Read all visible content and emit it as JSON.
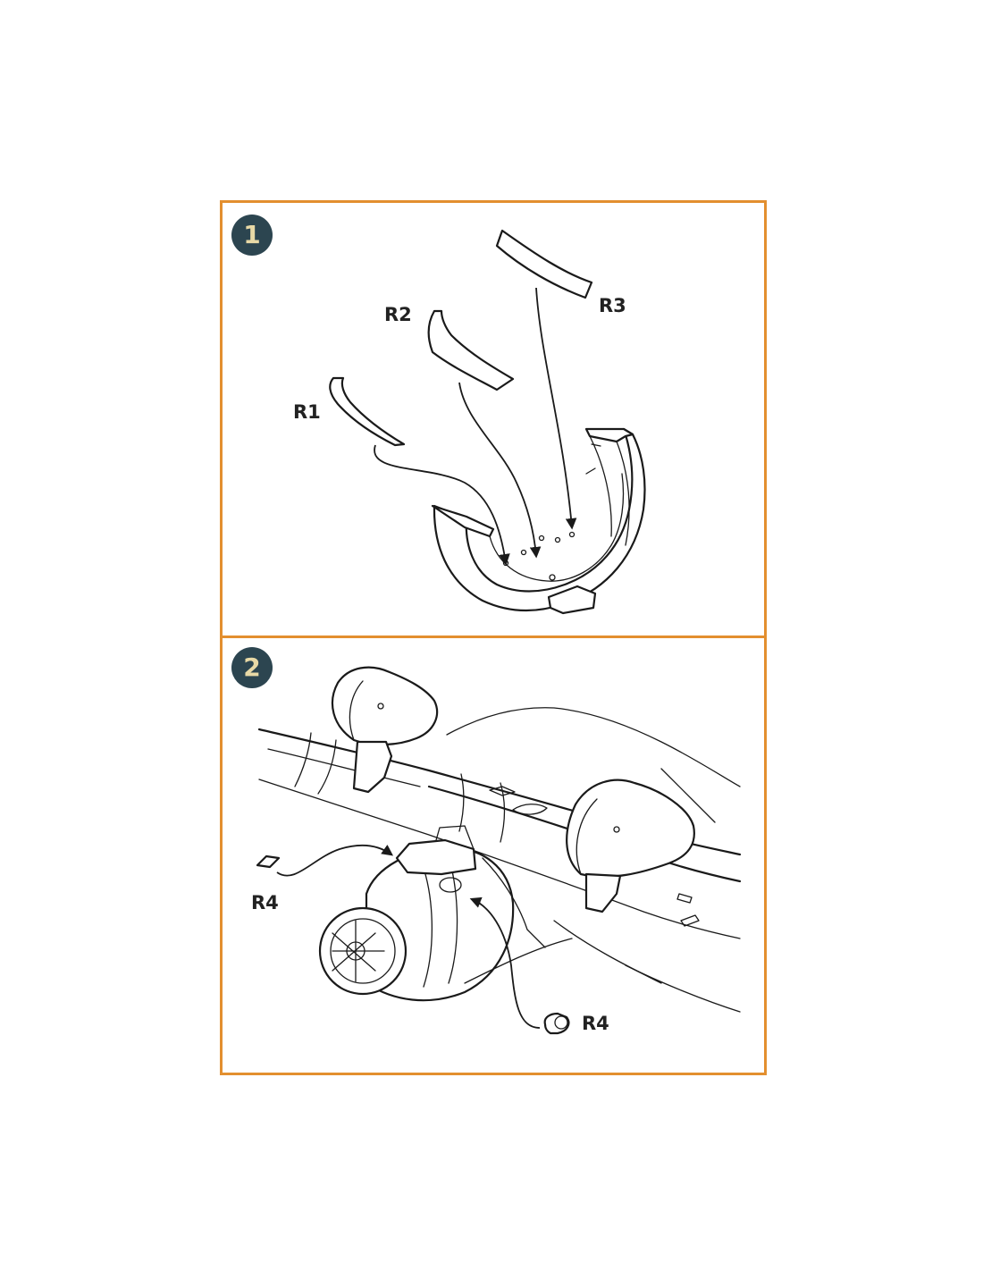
{
  "steps": [
    {
      "number": "1",
      "labels": {
        "r1": "R1",
        "r2": "R2",
        "r3": "R3"
      }
    },
    {
      "number": "2",
      "labels": {
        "r4_left": "R4",
        "r4_right": "R4"
      }
    }
  ],
  "colors": {
    "frame": "#e38f2f",
    "badge_bg": "#2c4550",
    "badge_text": "#e8d9a6",
    "line": "#1a1a1a"
  },
  "icons": {
    "step_badge": "numbered-circle",
    "part": "resin-part-outline",
    "arrow": "placement-arrow"
  }
}
